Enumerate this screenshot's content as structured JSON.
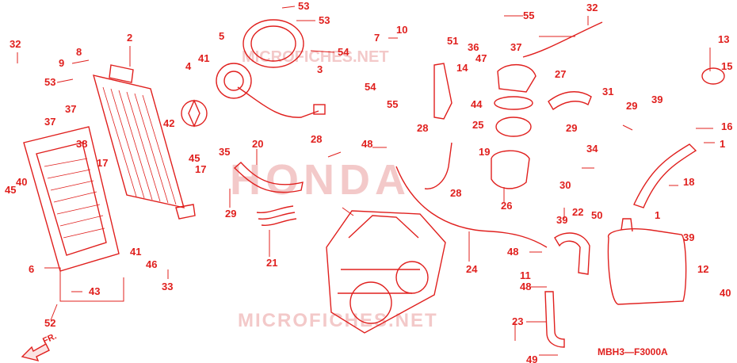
{
  "watermarks": [
    "HONDA",
    "MICROFICHES.NET",
    "MICROFICHES.NET"
  ],
  "diagram_code": "MBH3—F3000A",
  "front_indicator": "FR.",
  "parts": [
    "1",
    "1",
    "2",
    "3",
    "4",
    "5",
    "6",
    "7",
    "8",
    "9",
    "10",
    "11",
    "12",
    "13",
    "14",
    "15",
    "16",
    "17",
    "17",
    "18",
    "19",
    "20",
    "21",
    "22",
    "23",
    "24",
    "25",
    "26",
    "27",
    "28",
    "28",
    "28",
    "29",
    "29",
    "29",
    "30",
    "31",
    "32",
    "32",
    "33",
    "34",
    "35",
    "36",
    "37",
    "37",
    "37",
    "38",
    "39",
    "39",
    "39",
    "40",
    "40",
    "41",
    "41",
    "42",
    "43",
    "44",
    "45",
    "45",
    "46",
    "47",
    "48",
    "48",
    "48",
    "49",
    "50",
    "51",
    "52",
    "53",
    "53",
    "53",
    "54",
    "54",
    "55",
    "55"
  ],
  "colors": {
    "line": "#e0201e",
    "watermark": "#f3c9c9",
    "background": "#ffffff"
  }
}
